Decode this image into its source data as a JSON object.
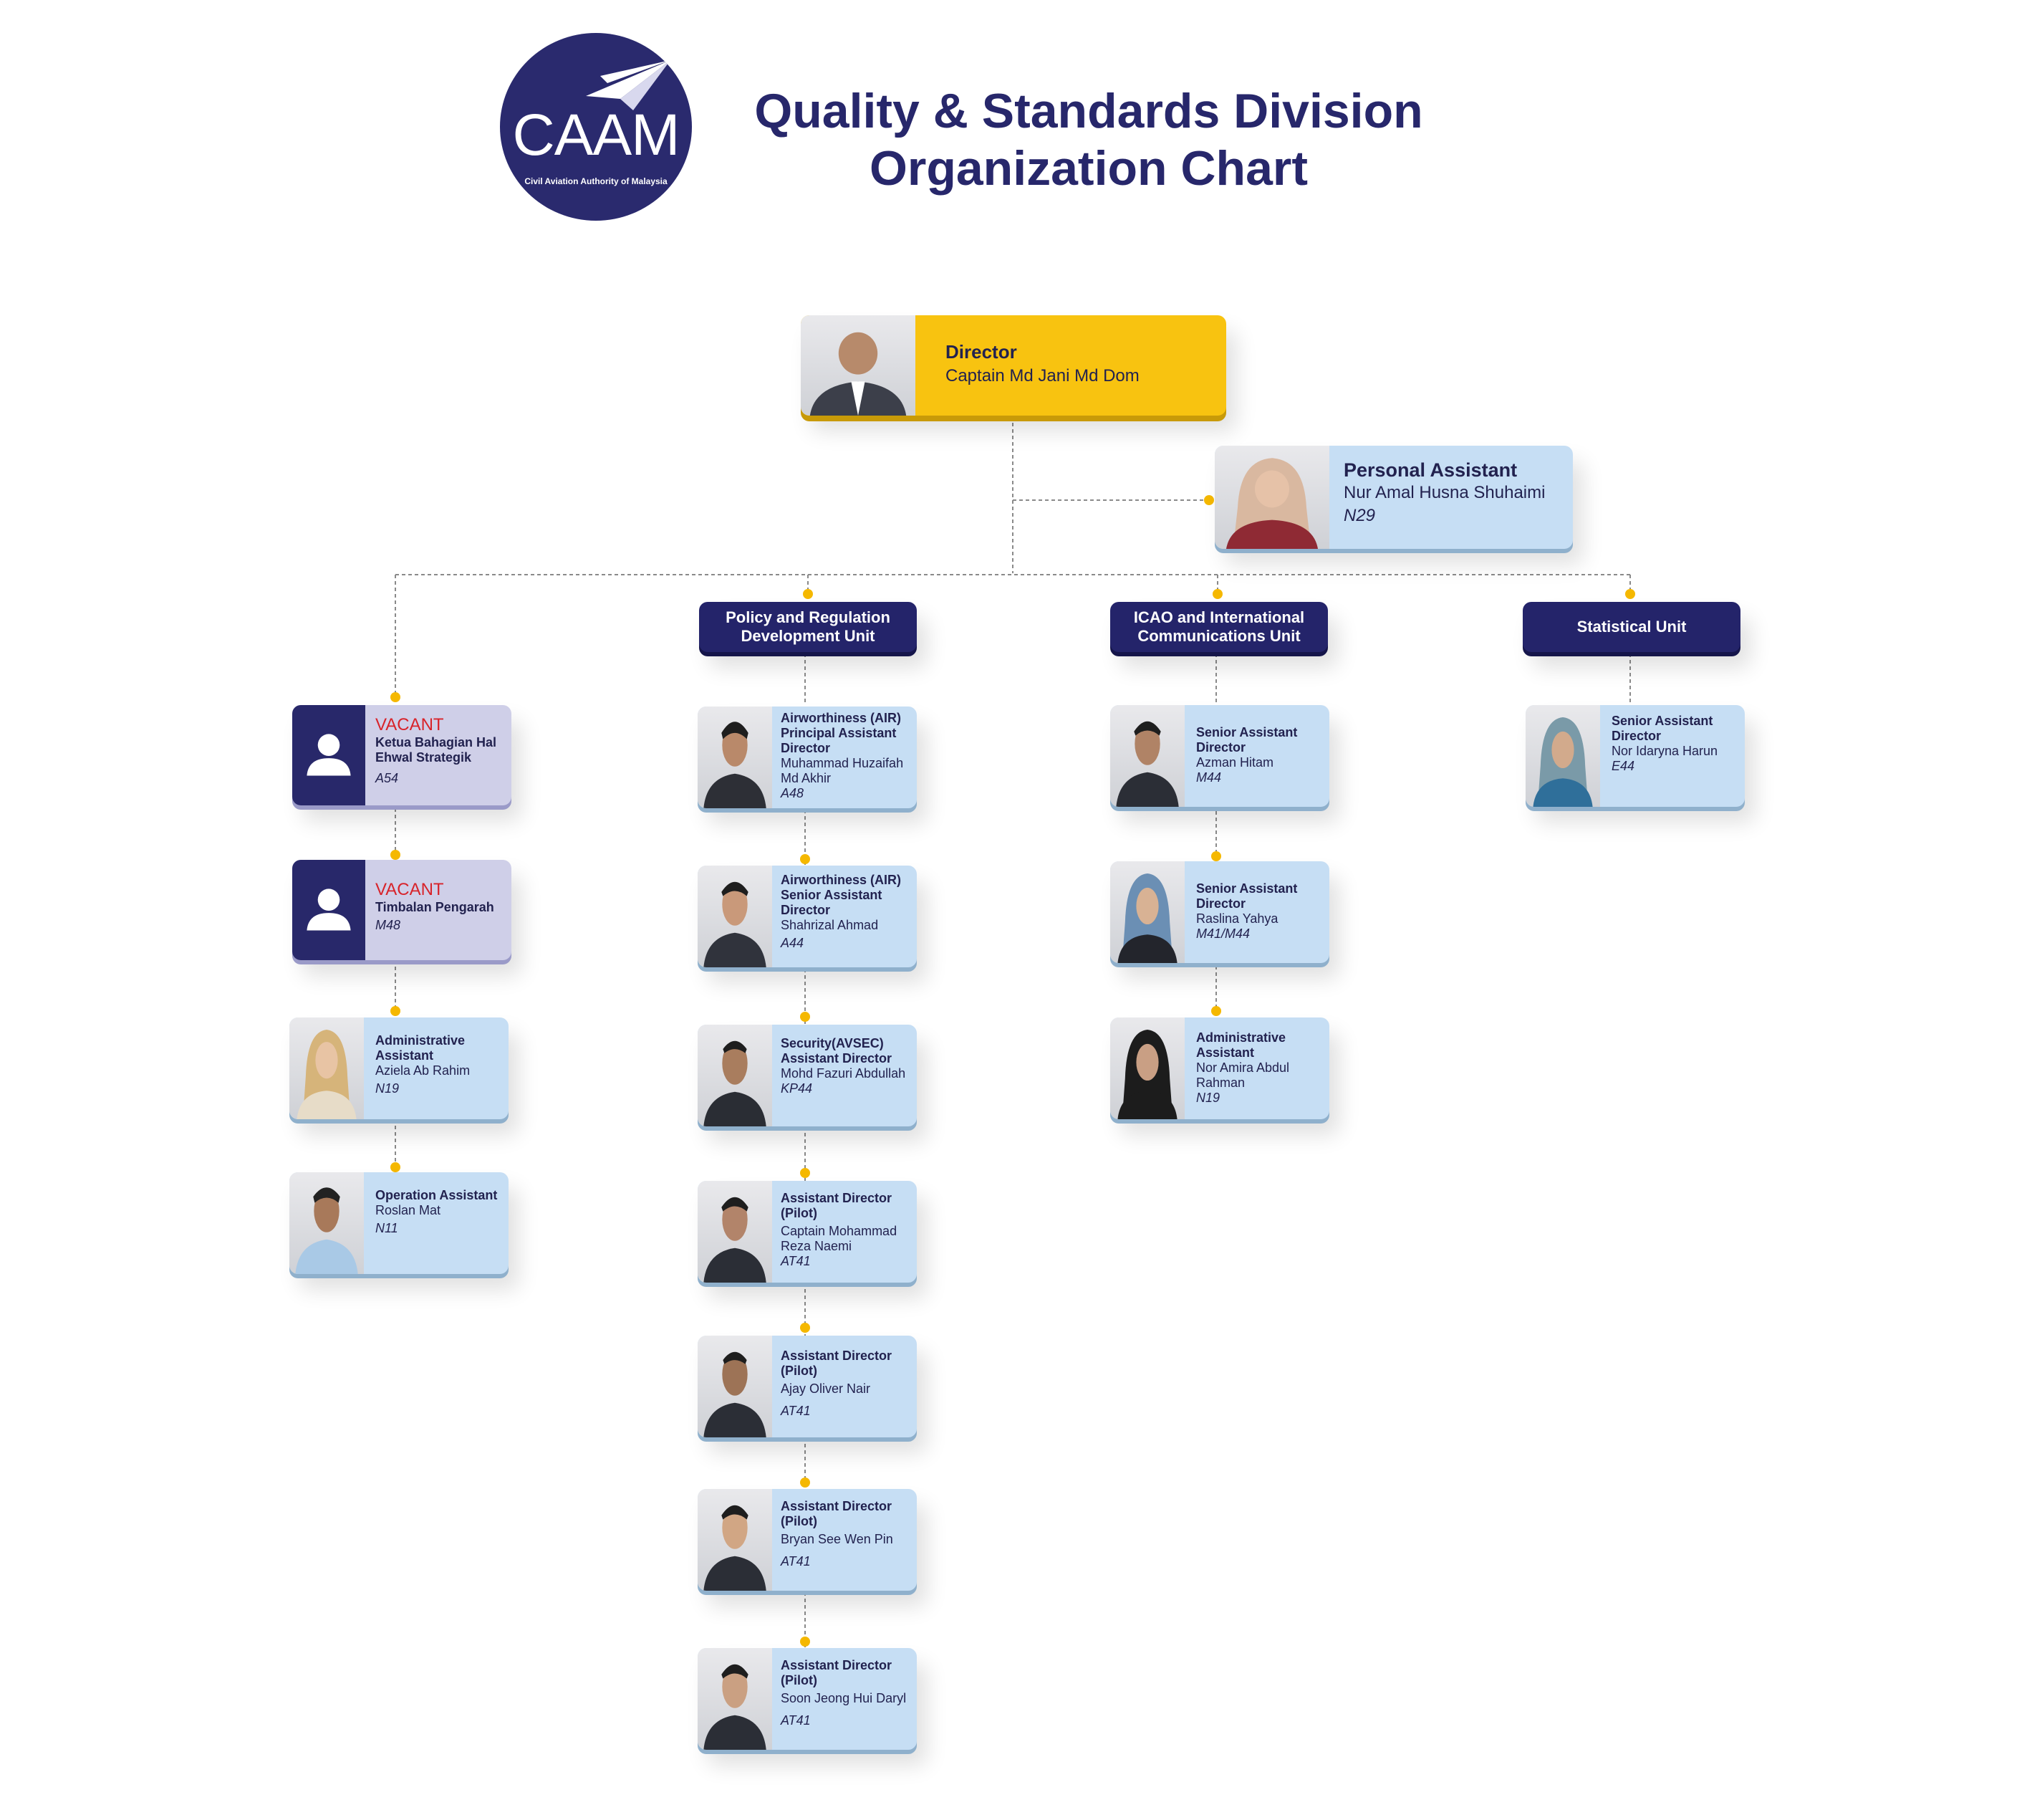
{
  "header": {
    "logo_text": "CAAM",
    "logo_subtitle": "Civil Aviation Authority of Malaysia",
    "title_line1": "Quality & Standards Division",
    "title_line2": "Organization Chart"
  },
  "director": {
    "role": "Director",
    "name": "Captain Md Jani Md Dom"
  },
  "personal_assistant": {
    "role": "Personal Assistant",
    "name": "Nur Amal Husna Shuhaimi",
    "grade": "N29"
  },
  "units": {
    "policy": "Policy and Regulation Development Unit",
    "icao": "ICAO and International Communications Unit",
    "statistical": "Statistical Unit"
  },
  "column1": [
    {
      "vacant": "VACANT",
      "role": "Ketua Bahagian Hal Ehwal Strategik",
      "grade": "A54"
    },
    {
      "vacant": "VACANT",
      "role": "Timbalan Pengarah",
      "grade": "M48"
    },
    {
      "role": "Administrative Assistant",
      "name": "Aziela Ab Rahim",
      "grade": "N19"
    },
    {
      "role": "Operation Assistant",
      "name": "Roslan Mat",
      "grade": "N11"
    }
  ],
  "policy_staff": [
    {
      "role": "Airworthiness (AIR) Principal Assistant Director",
      "name": "Muhammad Huzaifah Md Akhir",
      "grade": "A48"
    },
    {
      "role": "Airworthiness (AIR) Senior Assistant Director",
      "name": "Shahrizal Ahmad",
      "grade": "A44"
    },
    {
      "role": "Security(AVSEC) Assistant Director",
      "name": "Mohd Fazuri Abdullah",
      "grade": "KP44"
    },
    {
      "role": "Assistant Director (Pilot)",
      "name": "Captain Mohammad Reza Naemi",
      "grade": "AT41"
    },
    {
      "role": "Assistant Director (Pilot)",
      "name": "Ajay Oliver Nair",
      "grade": "AT41"
    },
    {
      "role": "Assistant Director (Pilot)",
      "name": "Bryan See Wen Pin",
      "grade": "AT41"
    },
    {
      "role": "Assistant Director (Pilot)",
      "name": "Soon Jeong Hui Daryl",
      "grade": "AT41"
    }
  ],
  "icao_staff": [
    {
      "role": "Senior Assistant Director",
      "name": "Azman Hitam",
      "grade": "M44"
    },
    {
      "role": "Senior Assistant Director",
      "name": "Raslina Yahya",
      "grade": "M41/M44"
    },
    {
      "role": "Administrative Assistant",
      "name": "Nor Amira Abdul Rahman",
      "grade": "N19"
    }
  ],
  "statistical_staff": [
    {
      "role": "Senior Assistant Director",
      "name": "Nor Idaryna Harun",
      "grade": "E44"
    }
  ],
  "colors": {
    "navy": "#24246a",
    "gold": "#f8c310",
    "card_blue": "#c6def4",
    "card_purple": "#cfcfe8",
    "vacant_red": "#d8232a",
    "dot_yellow": "#f5b800"
  }
}
